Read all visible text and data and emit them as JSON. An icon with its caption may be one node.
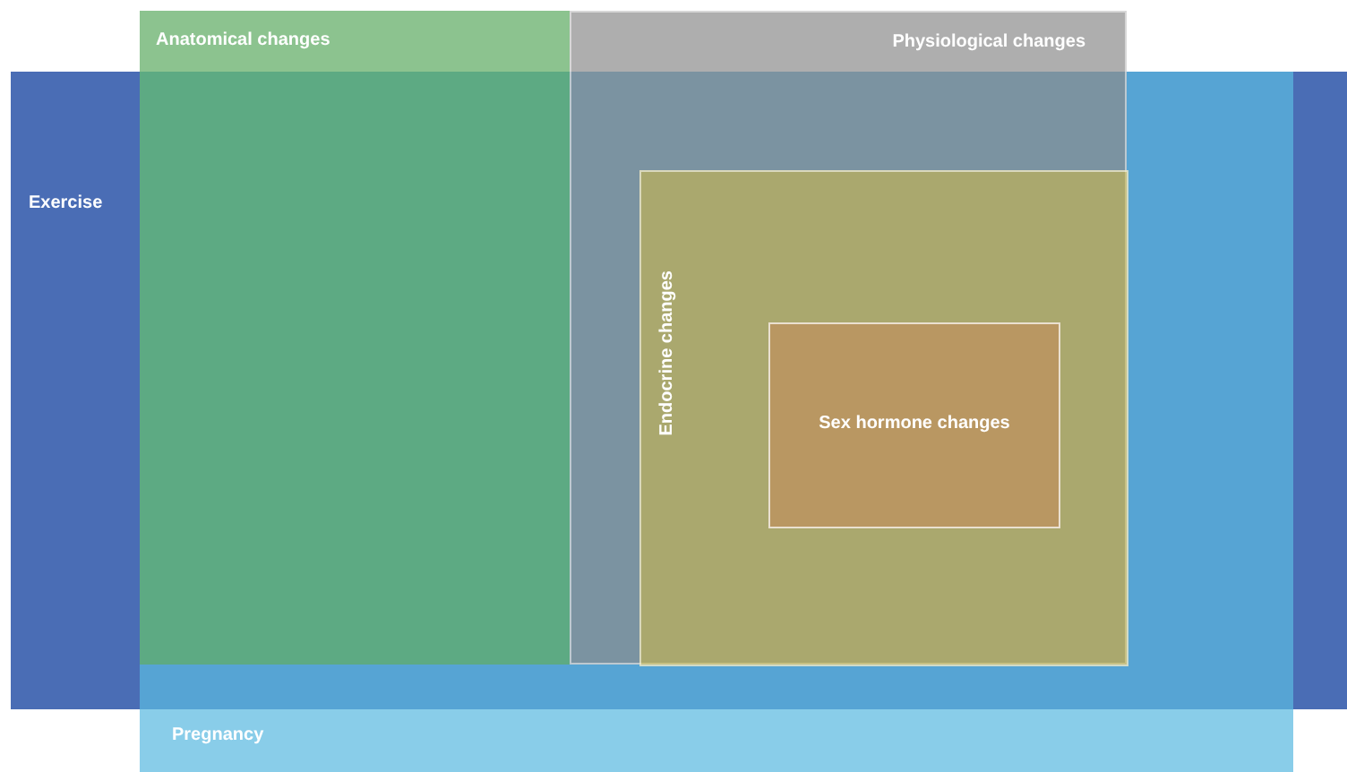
{
  "diagram": {
    "nodes": [
      {
        "text": [
          "Anatomical changes"
        ]
      },
      {
        "text": [
          "Physiological changes"
        ]
      },
      {
        "text": [
          "Exercise"
        ]
      },
      {
        "text": [
          "Endocrine changes"
        ],
        "in": 1
      },
      {
        "text": [
          "Sex hormone changes"
        ],
        "in": 3
      },
      {
        "text": [
          "Pregnancy"
        ]
      }
    ]
  }
}
